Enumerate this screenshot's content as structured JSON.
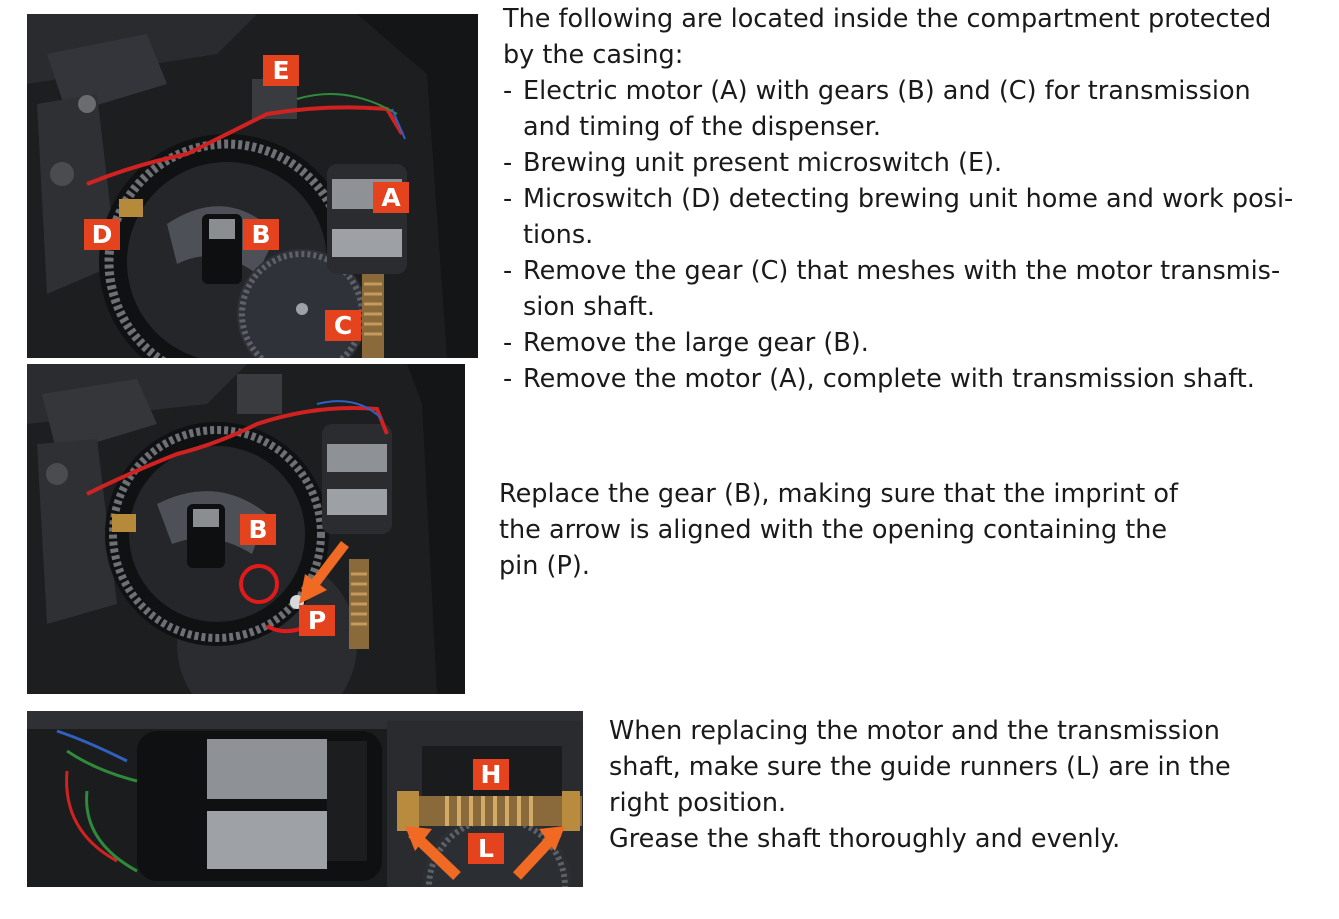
{
  "photo1": {
    "labels": {
      "E": "E",
      "A": "A",
      "D": "D",
      "B": "B",
      "C": "C"
    }
  },
  "photo2": {
    "labels": {
      "B": "B",
      "P": "P"
    }
  },
  "photo3": {
    "labels": {
      "H": "H",
      "L": "L"
    }
  },
  "section1": {
    "intro_line1": "The following are located inside the compartment protected",
    "intro_line2": "by the casing:",
    "dash": "-",
    "items": [
      [
        "Electric motor (A) with gears (B) and (C) for transmission",
        "and timing of the dispenser."
      ],
      [
        "Brewing unit present microswitch (E)."
      ],
      [
        "Microswitch (D) detecting brewing unit home and work posi-",
        "tions."
      ],
      [
        "Remove the gear (C) that meshes with the motor transmis-",
        "sion shaft."
      ],
      [
        "Remove the large gear (B)."
      ],
      [
        "Remove the motor (A), complete with transmission shaft."
      ]
    ]
  },
  "section2": {
    "lines": [
      "Replace the gear (B), making sure that the imprint of",
      "the arrow is aligned with the opening containing the",
      "pin (P)."
    ]
  },
  "section3": {
    "lines": [
      "When replacing the motor and the transmission",
      "shaft, make sure the guide runners (L) are in the",
      "right position.",
      "Grease the shaft thoroughly and evenly."
    ]
  }
}
